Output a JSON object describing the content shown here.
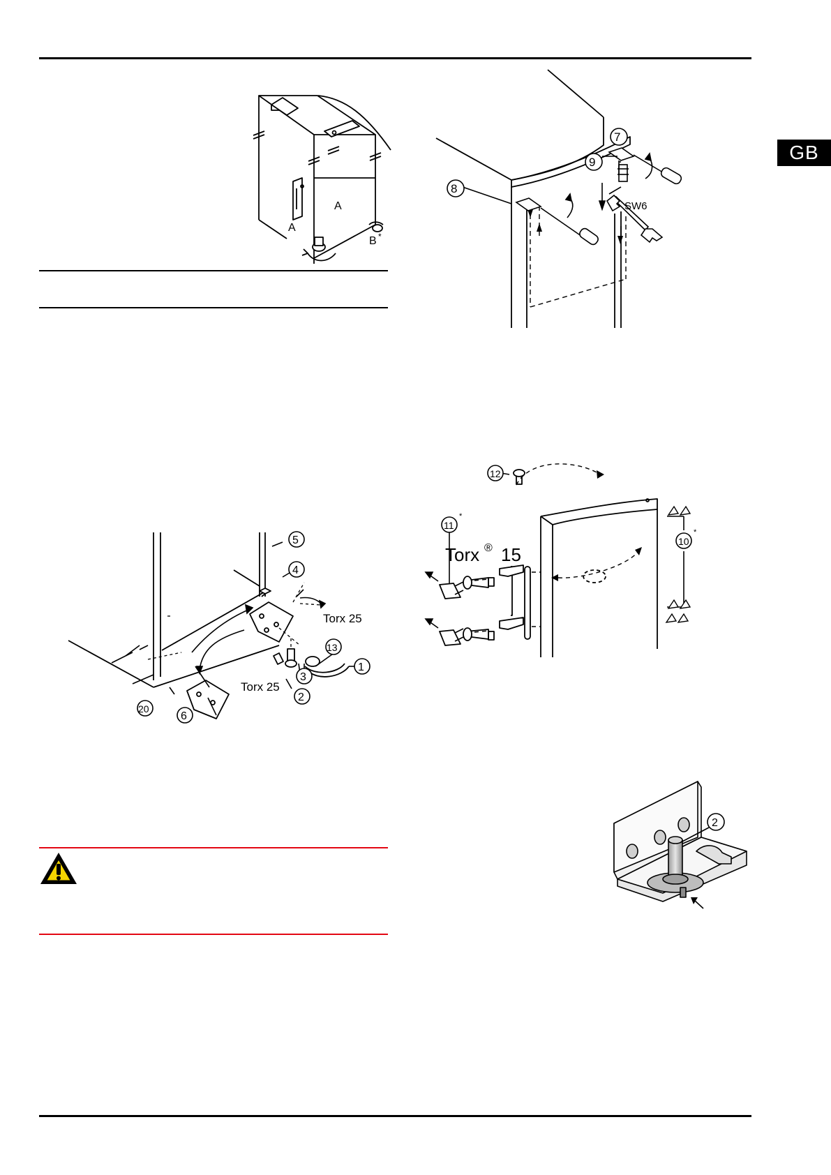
{
  "page": {
    "language_tab": "GB",
    "accent_color": "#e30613",
    "rule_color": "#000000"
  },
  "figures": {
    "leveling": {
      "label_a_left": "A",
      "label_a_right": "A",
      "label_b": "B",
      "label_b_sup": "*"
    },
    "hinge_removal": {
      "callout_7": "7",
      "callout_8": "8",
      "callout_9": "9",
      "wrench_size": "SW6"
    },
    "door_hinge_bottom": {
      "callout_1": "1",
      "callout_2": "2",
      "callout_3": "3",
      "callout_4": "4",
      "callout_5": "5",
      "callout_6": "6",
      "callout_13": "13",
      "callout_20": "20",
      "torx_upper": "Torx 25",
      "torx_lower": "Torx 25"
    },
    "handle_swap": {
      "callout_10": "10",
      "callout_10_sup": "*",
      "callout_11": "11",
      "callout_11_sup": "*",
      "callout_12": "12",
      "torx_label": "Torx",
      "torx_registered": "®",
      "torx_size": "15"
    },
    "hinge_pin_detail": {
      "callout_2": "2"
    }
  },
  "icons": {
    "warning": "warning-triangle-icon"
  }
}
